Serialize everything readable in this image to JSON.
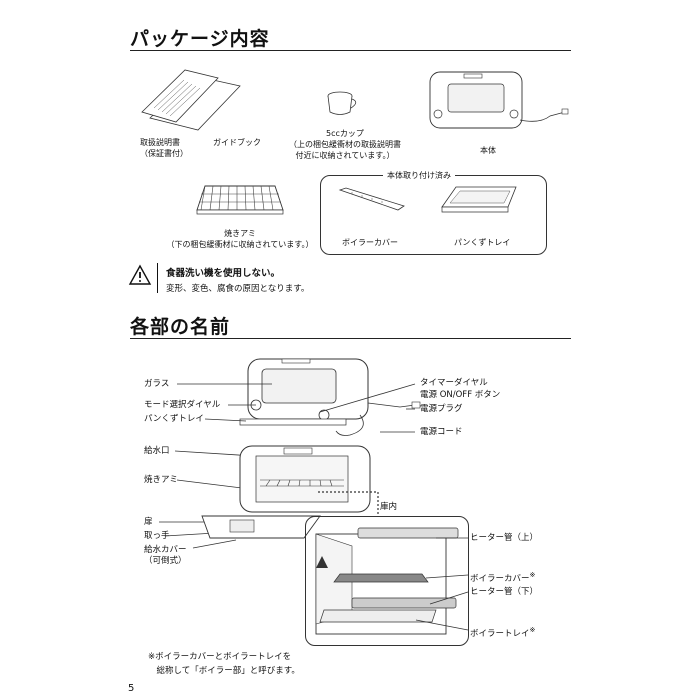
{
  "sections": {
    "package_title": "パッケージ内容",
    "parts_title": "各部の名前"
  },
  "package": {
    "manual_caption": "取扱説明書\n（保証書付）",
    "guidebook_caption": "ガイドブック",
    "cup_caption": "5ccカップ\n（上の梱包緩衝材の取扱説明書\n付近に収納されています。）",
    "body_caption": "本体",
    "rack_caption": "焼きアミ\n（下の梱包緩衝材に収納されています。）",
    "attached_header": "本体取り付け済み",
    "boiler_cover_caption": "ボイラーカバー",
    "crumb_tray_caption": "パンくずトレイ"
  },
  "warning": {
    "title": "食器洗い機を使用しない。",
    "text": "変形、変色、腐食の原因となります。"
  },
  "parts": {
    "glass": "ガラス",
    "mode_dial": "モード選択ダイヤル",
    "crumb_tray": "パンくずトレイ",
    "timer_dial": "タイマーダイヤル",
    "power_button": "電源 ON/OFF ボタン",
    "power_plug": "電源プラグ",
    "power_cord": "電源コード",
    "water_inlet": "給水口",
    "rack": "焼きアミ",
    "interior": "庫内",
    "door": "扉",
    "handle": "取っ手",
    "water_cover": "給水カバー\n（可倒式）",
    "heater_top": "ヒーター管（上）",
    "boiler_cover": "ボイラーカバー",
    "heater_bottom": "ヒーター管（下）",
    "boiler_tray": "ボイラートレイ",
    "asterisk": "※"
  },
  "footnote": "※ボイラーカバーとボイラートレイを\n　総称して「ボイラー部」と呼びます。",
  "page_number": "5",
  "icons": {
    "warning": "warning-triangle-icon"
  }
}
